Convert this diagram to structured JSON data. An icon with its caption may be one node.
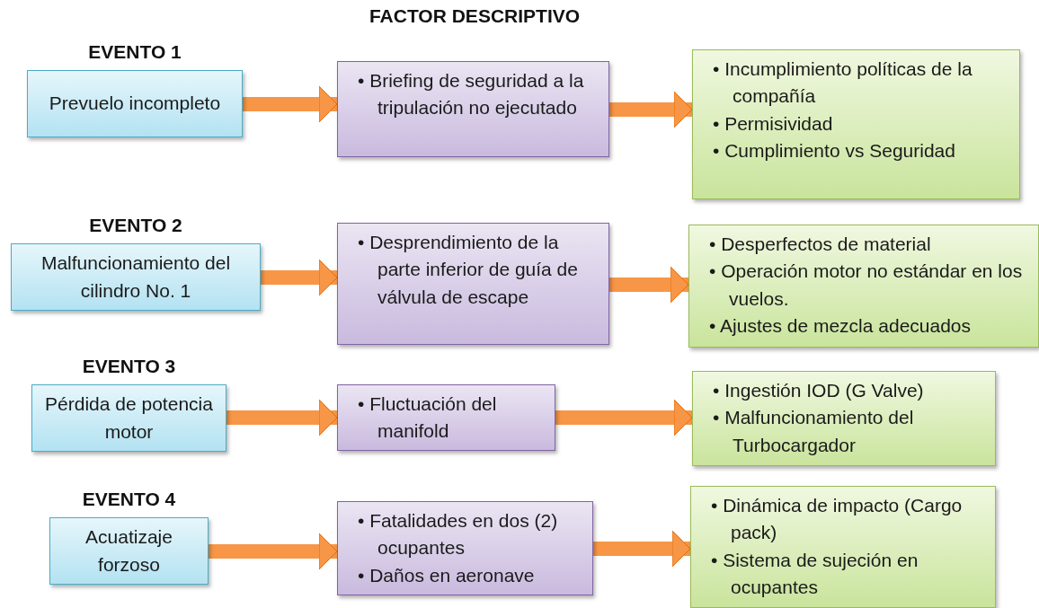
{
  "diagram": {
    "title": "FACTOR DESCRIPTIVO",
    "nodes": [
      {
        "text": [
          "EVENTO 1",
          "Prevuelo incompleto"
        ]
      },
      {
        "text": [
          "• Briefing de seguridad a la tripulación no ejecutado"
        ]
      },
      {
        "text": [
          "• Incumplimiento políticas de la compañía",
          "• Permisividad",
          "• Cumplimiento vs Seguridad"
        ]
      },
      {
        "text": [
          "EVENTO 2",
          "Malfuncionamiento del cilindro No. 1"
        ]
      },
      {
        "text": [
          "• Desprendimiento de la parte inferior de guía de válvula de escape"
        ]
      },
      {
        "text": [
          "• Desperfectos de material",
          "• Operación motor no estándar en los vuelos.",
          "• Ajustes de mezcla adecuados"
        ]
      },
      {
        "text": [
          "EVENTO 3",
          "Pérdida de potencia motor"
        ]
      },
      {
        "text": [
          "• Fluctuación del manifold"
        ]
      },
      {
        "text": [
          "• Ingestión IOD (G Valve)",
          "• Malfuncionamiento del Turbocargador"
        ]
      },
      {
        "text": [
          "EVENTO 4",
          "Acuatizaje forzoso"
        ]
      },
      {
        "text": [
          "• Fatalidades en dos (2) ocupantes",
          "• Daños en aeronave"
        ]
      },
      {
        "text": [
          "• Dinámica de impacto (Cargo pack)",
          "• Sistema de sujeción en ocupantes"
        ]
      }
    ],
    "edges": [
      {
        "from": 0,
        "to": 1,
        "arrow": "to"
      },
      {
        "from": 1,
        "to": 2,
        "arrow": "to"
      },
      {
        "from": 3,
        "to": 4,
        "arrow": "to"
      },
      {
        "from": 4,
        "to": 5,
        "arrow": "to"
      },
      {
        "from": 6,
        "to": 7,
        "arrow": "to"
      },
      {
        "from": 7,
        "to": 8,
        "arrow": "to"
      },
      {
        "from": 9,
        "to": 10,
        "arrow": "to"
      },
      {
        "from": 10,
        "to": 11,
        "arrow": "to"
      }
    ]
  }
}
